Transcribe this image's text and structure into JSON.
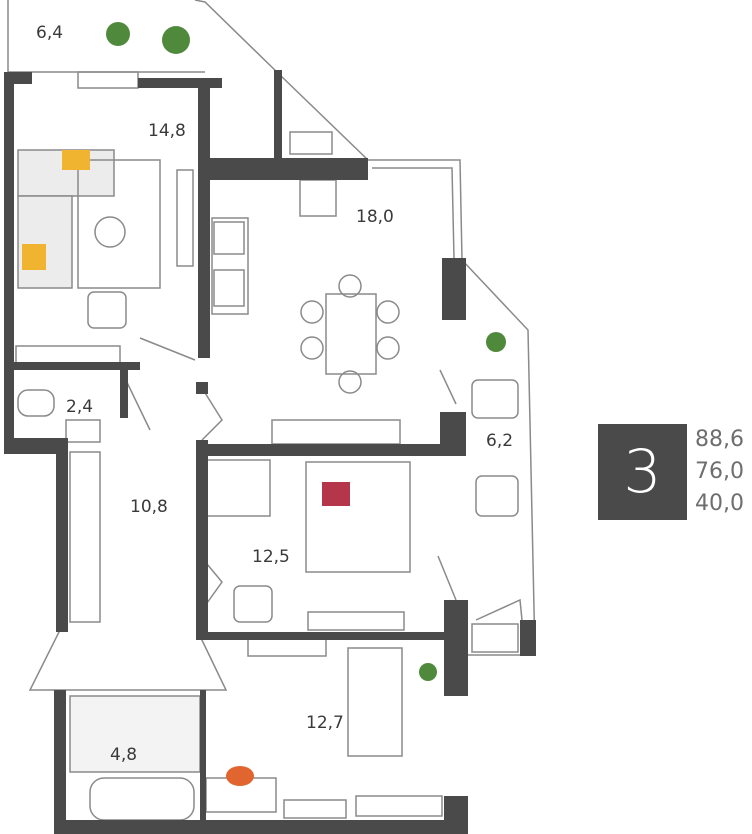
{
  "rooms": [
    {
      "id": "loggia-top",
      "area": "6,4"
    },
    {
      "id": "living",
      "area": "14,8"
    },
    {
      "id": "kitchen-dining",
      "area": "18,0"
    },
    {
      "id": "bathroom-small",
      "area": "2,4"
    },
    {
      "id": "hall",
      "area": "10,8"
    },
    {
      "id": "loggia-right",
      "area": "6,2"
    },
    {
      "id": "bedroom-main",
      "area": "12,5"
    },
    {
      "id": "bedroom-second",
      "area": "12,7"
    },
    {
      "id": "bathroom",
      "area": "4,8"
    }
  ],
  "summary": {
    "room_count": "3",
    "area_total": "88,6",
    "area_living": "76,0",
    "area_other": "40,0"
  },
  "colors": {
    "wall": "#4a4a4a",
    "line": "#8a8a8a",
    "floor_light": "#e6e6e6",
    "plant": "#4f8a3c",
    "accent_yellow": "#f0b431",
    "accent_red": "#b5364a",
    "accent_orange": "#e0652f"
  }
}
